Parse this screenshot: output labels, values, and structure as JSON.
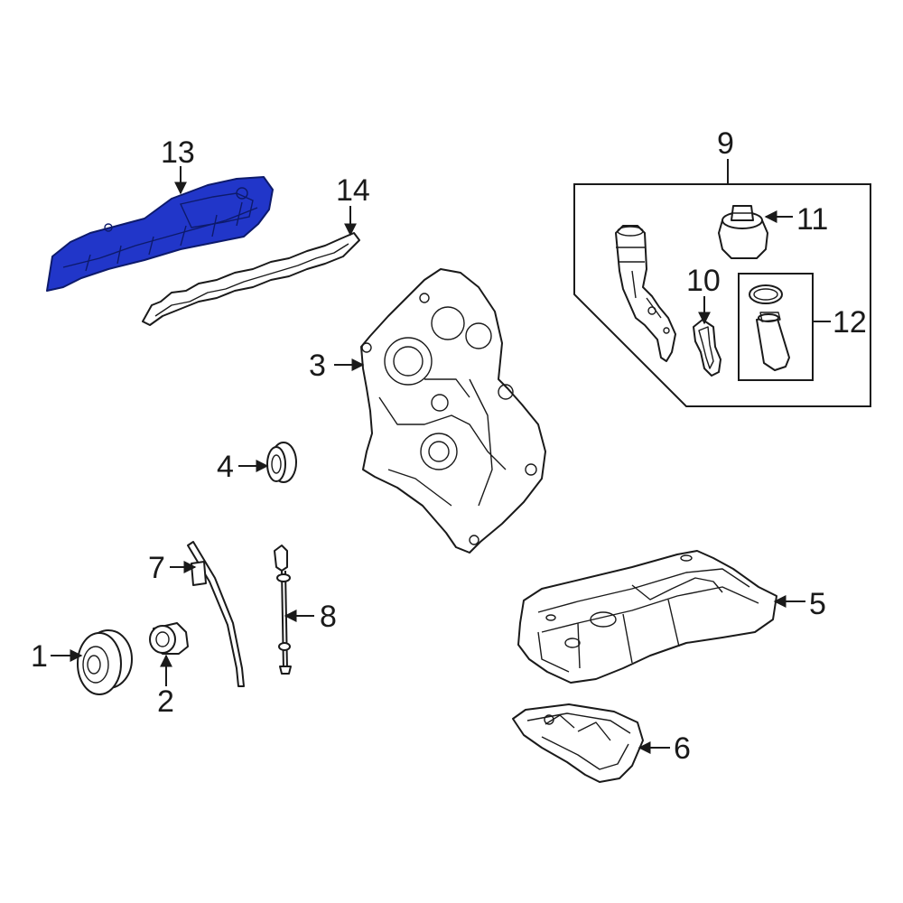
{
  "diagram": {
    "highlight_color": "#2136c9",
    "line_color": "#1a1a1a",
    "callouts": {
      "c1": "1",
      "c2": "2",
      "c3": "3",
      "c4": "4",
      "c5": "5",
      "c6": "6",
      "c7": "7",
      "c8": "8",
      "c9": "9",
      "c10": "10",
      "c11": "11",
      "c12": "12",
      "c13": "13",
      "c14": "14"
    },
    "highlighted_part": "13"
  }
}
